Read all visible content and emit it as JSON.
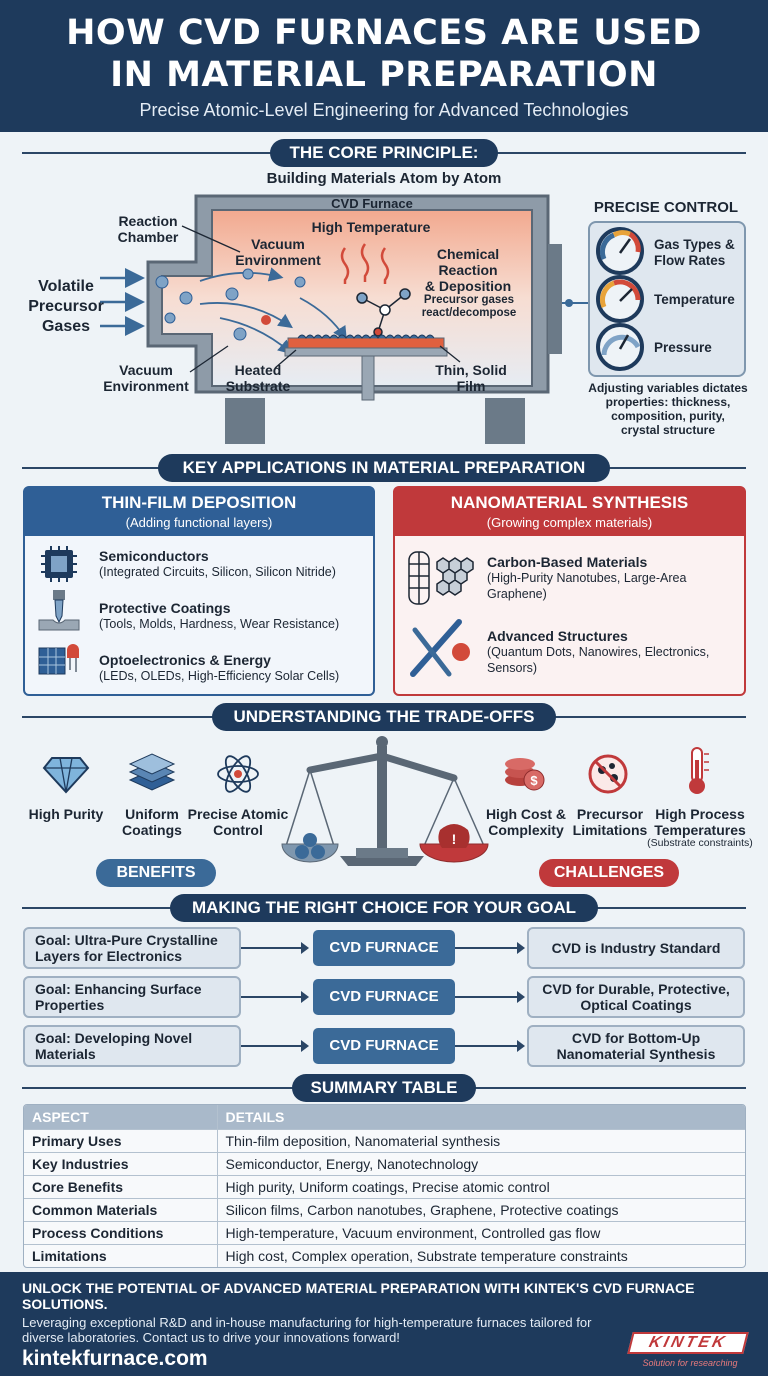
{
  "header": {
    "title_line1": "HOW CVD FURNACES ARE USED",
    "title_line2": "IN MATERIAL PREPARATION",
    "subtitle": "Precise Atomic-Level Engineering for Advanced Technologies"
  },
  "core": {
    "heading": "THE CORE PRINCIPLE:",
    "subheading": "Building Materials Atom by Atom",
    "furnace_label": "CVD Furnace",
    "high_temperature": "High Temperature",
    "reaction_chamber": "Reaction\nChamber",
    "vacuum_top": "Vacuum\nEnvironment",
    "vacuum_bottom": "Vacuum\nEnvironment",
    "precursor": "Volatile\nPrecursor\nGases",
    "chem_reaction": "Chemical\nReaction\n& Deposition",
    "chem_note": "Precursor gases\nreact/decompose",
    "heated_substrate": "Heated\nSubstrate",
    "thin_film": "Thin, Solid\nFilm"
  },
  "control": {
    "heading": "PRECISE CONTROL",
    "items": [
      "Gas Types &\nFlow Rates",
      "Temperature",
      "Pressure"
    ],
    "note": "Adjusting variables dictates\nproperties: thickness,\ncomposition, purity,\ncrystal structure"
  },
  "applications": {
    "heading": "KEY APPLICATIONS IN MATERIAL PREPARATION",
    "thin_film": {
      "title": "THIN-FILM DEPOSITION",
      "subtitle": "(Adding functional layers)",
      "items": [
        {
          "title": "Semiconductors",
          "sub": "(Integrated Circuits, Silicon, Silicon Nitride)"
        },
        {
          "title": "Protective Coatings",
          "sub": "(Tools, Molds, Hardness, Wear Resistance)"
        },
        {
          "title": "Optoelectronics & Energy",
          "sub": "(LEDs, OLEDs, High-Efficiency Solar Cells)"
        }
      ]
    },
    "nano": {
      "title": "NANOMATERIAL SYNTHESIS",
      "subtitle": "(Growing complex materials)",
      "items": [
        {
          "title": "Carbon-Based Materials",
          "sub": "(High-Purity Nanotubes, Large-Area\nGraphene)"
        },
        {
          "title": "Advanced Structures",
          "sub": "(Quantum Dots, Nanowires, Electronics,\nSensors)"
        }
      ]
    }
  },
  "tradeoffs": {
    "heading": "UNDERSTANDING THE TRADE-OFFS",
    "benefits": [
      "High Purity",
      "Uniform\nCoatings",
      "Precise Atomic\nControl"
    ],
    "challenges": [
      "High Cost &\nComplexity",
      "Precursor\nLimitations",
      "High Process\nTemperatures"
    ],
    "challenge_note": "(Substrate constraints)",
    "benefits_label": "BENEFITS",
    "challenges_label": "CHALLENGES"
  },
  "choice": {
    "heading": "MAKING THE RIGHT CHOICE FOR YOUR GOAL",
    "cvd_label": "CVD FURNACE",
    "rows": [
      {
        "goal": "Goal: Ultra-Pure Crystalline\nLayers for Electronics",
        "result": "CVD is Industry Standard"
      },
      {
        "goal": "Goal: Enhancing Surface\nProperties",
        "result": "CVD for Durable, Protective,\nOptical Coatings"
      },
      {
        "goal": "Goal: Developing Novel\nMaterials",
        "result": "CVD for Bottom-Up\nNanomaterial Synthesis"
      }
    ]
  },
  "summary": {
    "heading": "SUMMARY TABLE",
    "col_aspect": "ASPECT",
    "col_details": "DETAILS",
    "rows": [
      [
        "Primary Uses",
        "Thin-film deposition, Nanomaterial synthesis"
      ],
      [
        "Key Industries",
        "Semiconductor, Energy, Nanotechnology"
      ],
      [
        "Core Benefits",
        "High purity, Uniform coatings, Precise atomic control"
      ],
      [
        "Common Materials",
        "Silicon films, Carbon nanotubes, Graphene, Protective coatings"
      ],
      [
        "Process Conditions",
        "High-temperature, Vacuum environment, Controlled gas flow"
      ],
      [
        "Limitations",
        "High cost, Complex operation, Substrate temperature constraints"
      ]
    ]
  },
  "footer": {
    "headline": "UNLOCK THE POTENTIAL OF ADVANCED MATERIAL PREPARATION WITH KINTEK'S CVD FURNACE SOLUTIONS.",
    "body": "Leveraging exceptional R&D and in-house manufacturing for high-temperature furnaces tailored for diverse laboratories. Contact us to drive your innovations forward!",
    "url": "kintekfurnace.com",
    "logo": "KINTEK",
    "tagline": "Solution for researching"
  },
  "colors": {
    "navy": "#1e3a5c",
    "blue": "#2f5f96",
    "red": "#c0393b"
  }
}
